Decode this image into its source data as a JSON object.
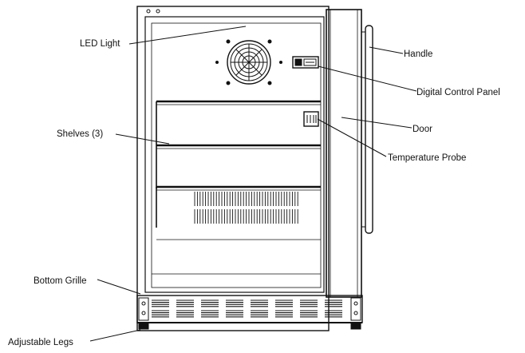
{
  "labels": {
    "led_light": "LED Light",
    "shelves": "Shelves (3)",
    "bottom_grille": "Bottom Grille",
    "adjustable_legs": "Adjustable Legs",
    "handle": "Handle",
    "digital_control_panel": "Digital Control Panel",
    "door": "Door",
    "temperature_probe": "Temperature Probe"
  },
  "colors": {
    "line": "#111111",
    "background": "#ffffff"
  }
}
